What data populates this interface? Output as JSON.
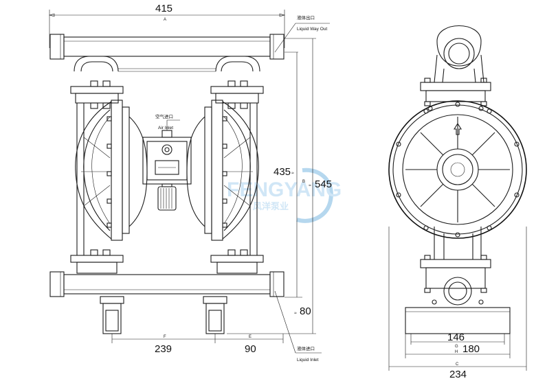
{
  "dimensions": {
    "top_width": "415",
    "height_total": "545",
    "height_inner": "435",
    "foot_height": "80",
    "bottom_left": "239",
    "bottom_mid": "90",
    "side_146": "146",
    "side_180": "180",
    "side_234": "234"
  },
  "letters": {
    "a": "A",
    "b": "B",
    "c": "C",
    "e": "E",
    "f": "F",
    "g": "G",
    "h": "H"
  },
  "labels": {
    "liquid_out_cn": "液体出口",
    "liquid_out_en": "Liquid Way Out",
    "air_inlet_cn": "空气进口",
    "air_inlet_en": "Air Inlet",
    "liquid_in_cn": "液体进口",
    "liquid_in_en": "Liquid Inlet"
  },
  "watermark": {
    "brand": "FENGYANG",
    "subtitle": "风洋泵业"
  }
}
